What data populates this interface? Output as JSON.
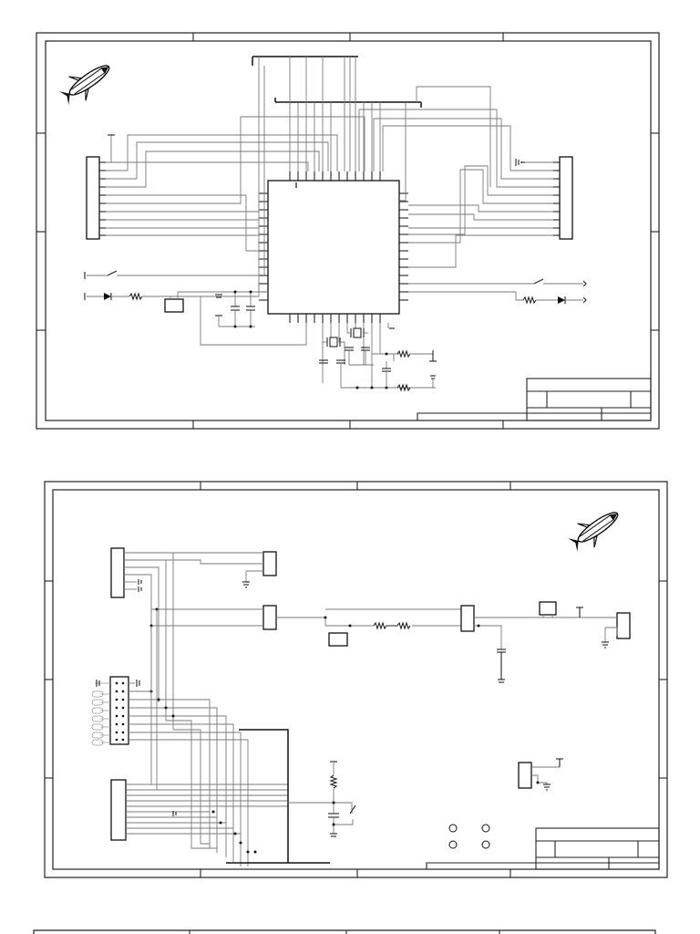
{
  "document": {
    "sheets": [
      {
        "id": "sheet-1"
      },
      {
        "id": "sheet-2"
      },
      {
        "id": "sheet-3"
      }
    ]
  }
}
